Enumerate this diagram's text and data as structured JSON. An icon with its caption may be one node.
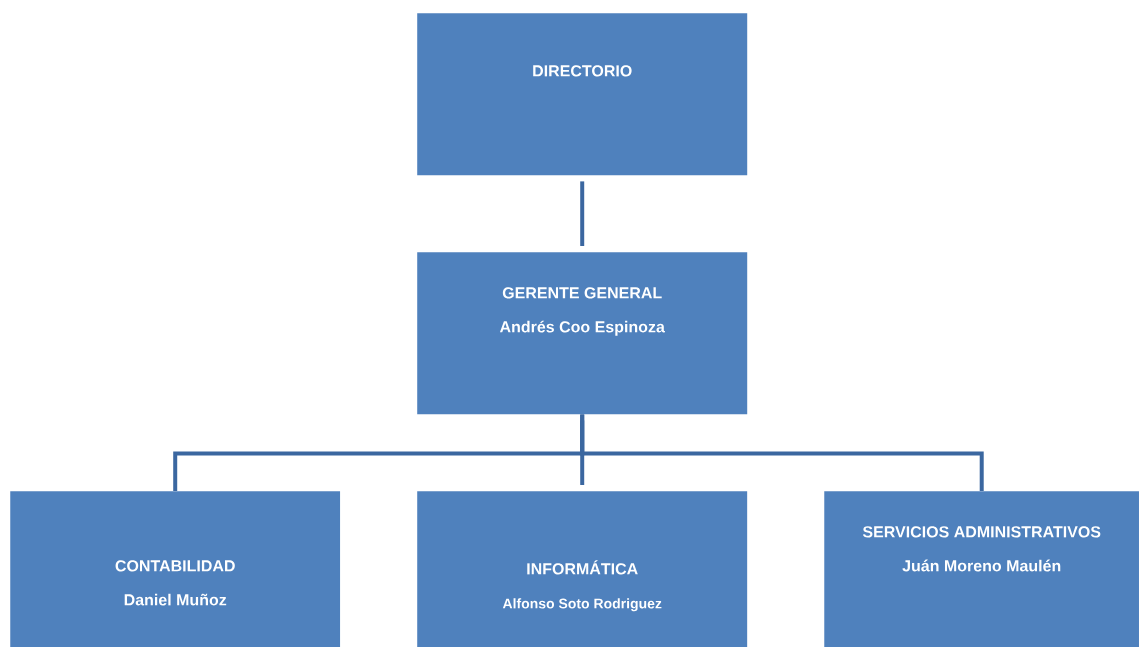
{
  "diagram": {
    "nodes": [
      {
        "text": [
          "DIRECTORIO"
        ]
      },
      {
        "text": [
          "GERENTE GENERAL",
          "Andrés Coo Espinoza"
        ]
      },
      {
        "text": [
          "CONTABILIDAD",
          "Daniel Muñoz"
        ]
      },
      {
        "text": [
          "INFORMÁTICA",
          "Alfonso Soto Rodriguez"
        ]
      },
      {
        "text": [
          "SERVICIOS ADMINISTRATIVOS",
          "Juán Moreno Maulén"
        ]
      }
    ],
    "edges": [
      {
        "from": 0,
        "to": 1,
        "arrow": "none"
      },
      {
        "from": 1,
        "to": 2,
        "arrow": "none"
      },
      {
        "from": 1,
        "to": 3,
        "arrow": "none"
      },
      {
        "from": 1,
        "to": 4,
        "arrow": "none"
      }
    ]
  }
}
